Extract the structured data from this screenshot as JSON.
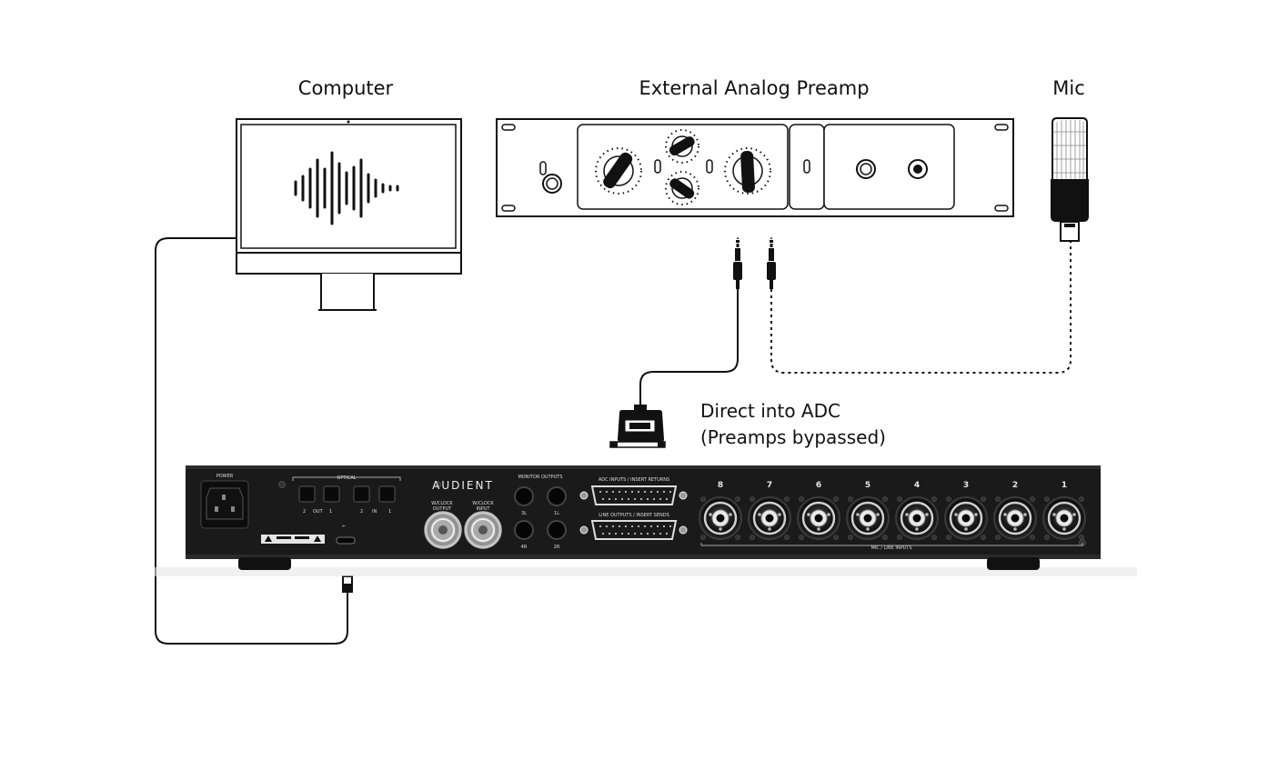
{
  "labels": {
    "computer": "Computer",
    "preamp": "External Analog Preamp",
    "mic": "Mic",
    "direct_line1": "Direct into ADC",
    "direct_line2": "(Preamps bypassed)"
  },
  "rear_panel": {
    "brand": "AUDIENT",
    "power": "POWER",
    "optical": "OPTICAL",
    "optical_labels": [
      "2",
      "OUT",
      "1",
      "2",
      "IN",
      "1"
    ],
    "wclock_out_line1": "W/CLOCK",
    "wclock_out_line2": "OUTPUT",
    "wclock_in_line1": "W/CLOCK",
    "wclock_in_line2": "INPUT",
    "monitor_outputs": "MONITOR OUTPUTS",
    "monitor_labels": [
      "3L",
      "1L",
      "4R",
      "2R"
    ],
    "adc_inputs": "ADC INPUTS  /  INSERT RETURNS",
    "line_outputs": "LINE OUTPUTS  /  INSERT SENDS",
    "channel_numbers": [
      "8",
      "7",
      "6",
      "5",
      "4",
      "3",
      "2",
      "1"
    ],
    "mic_line_inputs": "MIC / LINE INPUTS"
  },
  "colors": {
    "device": "#1a1a1a",
    "outline": "#111111",
    "background": "#ffffff"
  }
}
